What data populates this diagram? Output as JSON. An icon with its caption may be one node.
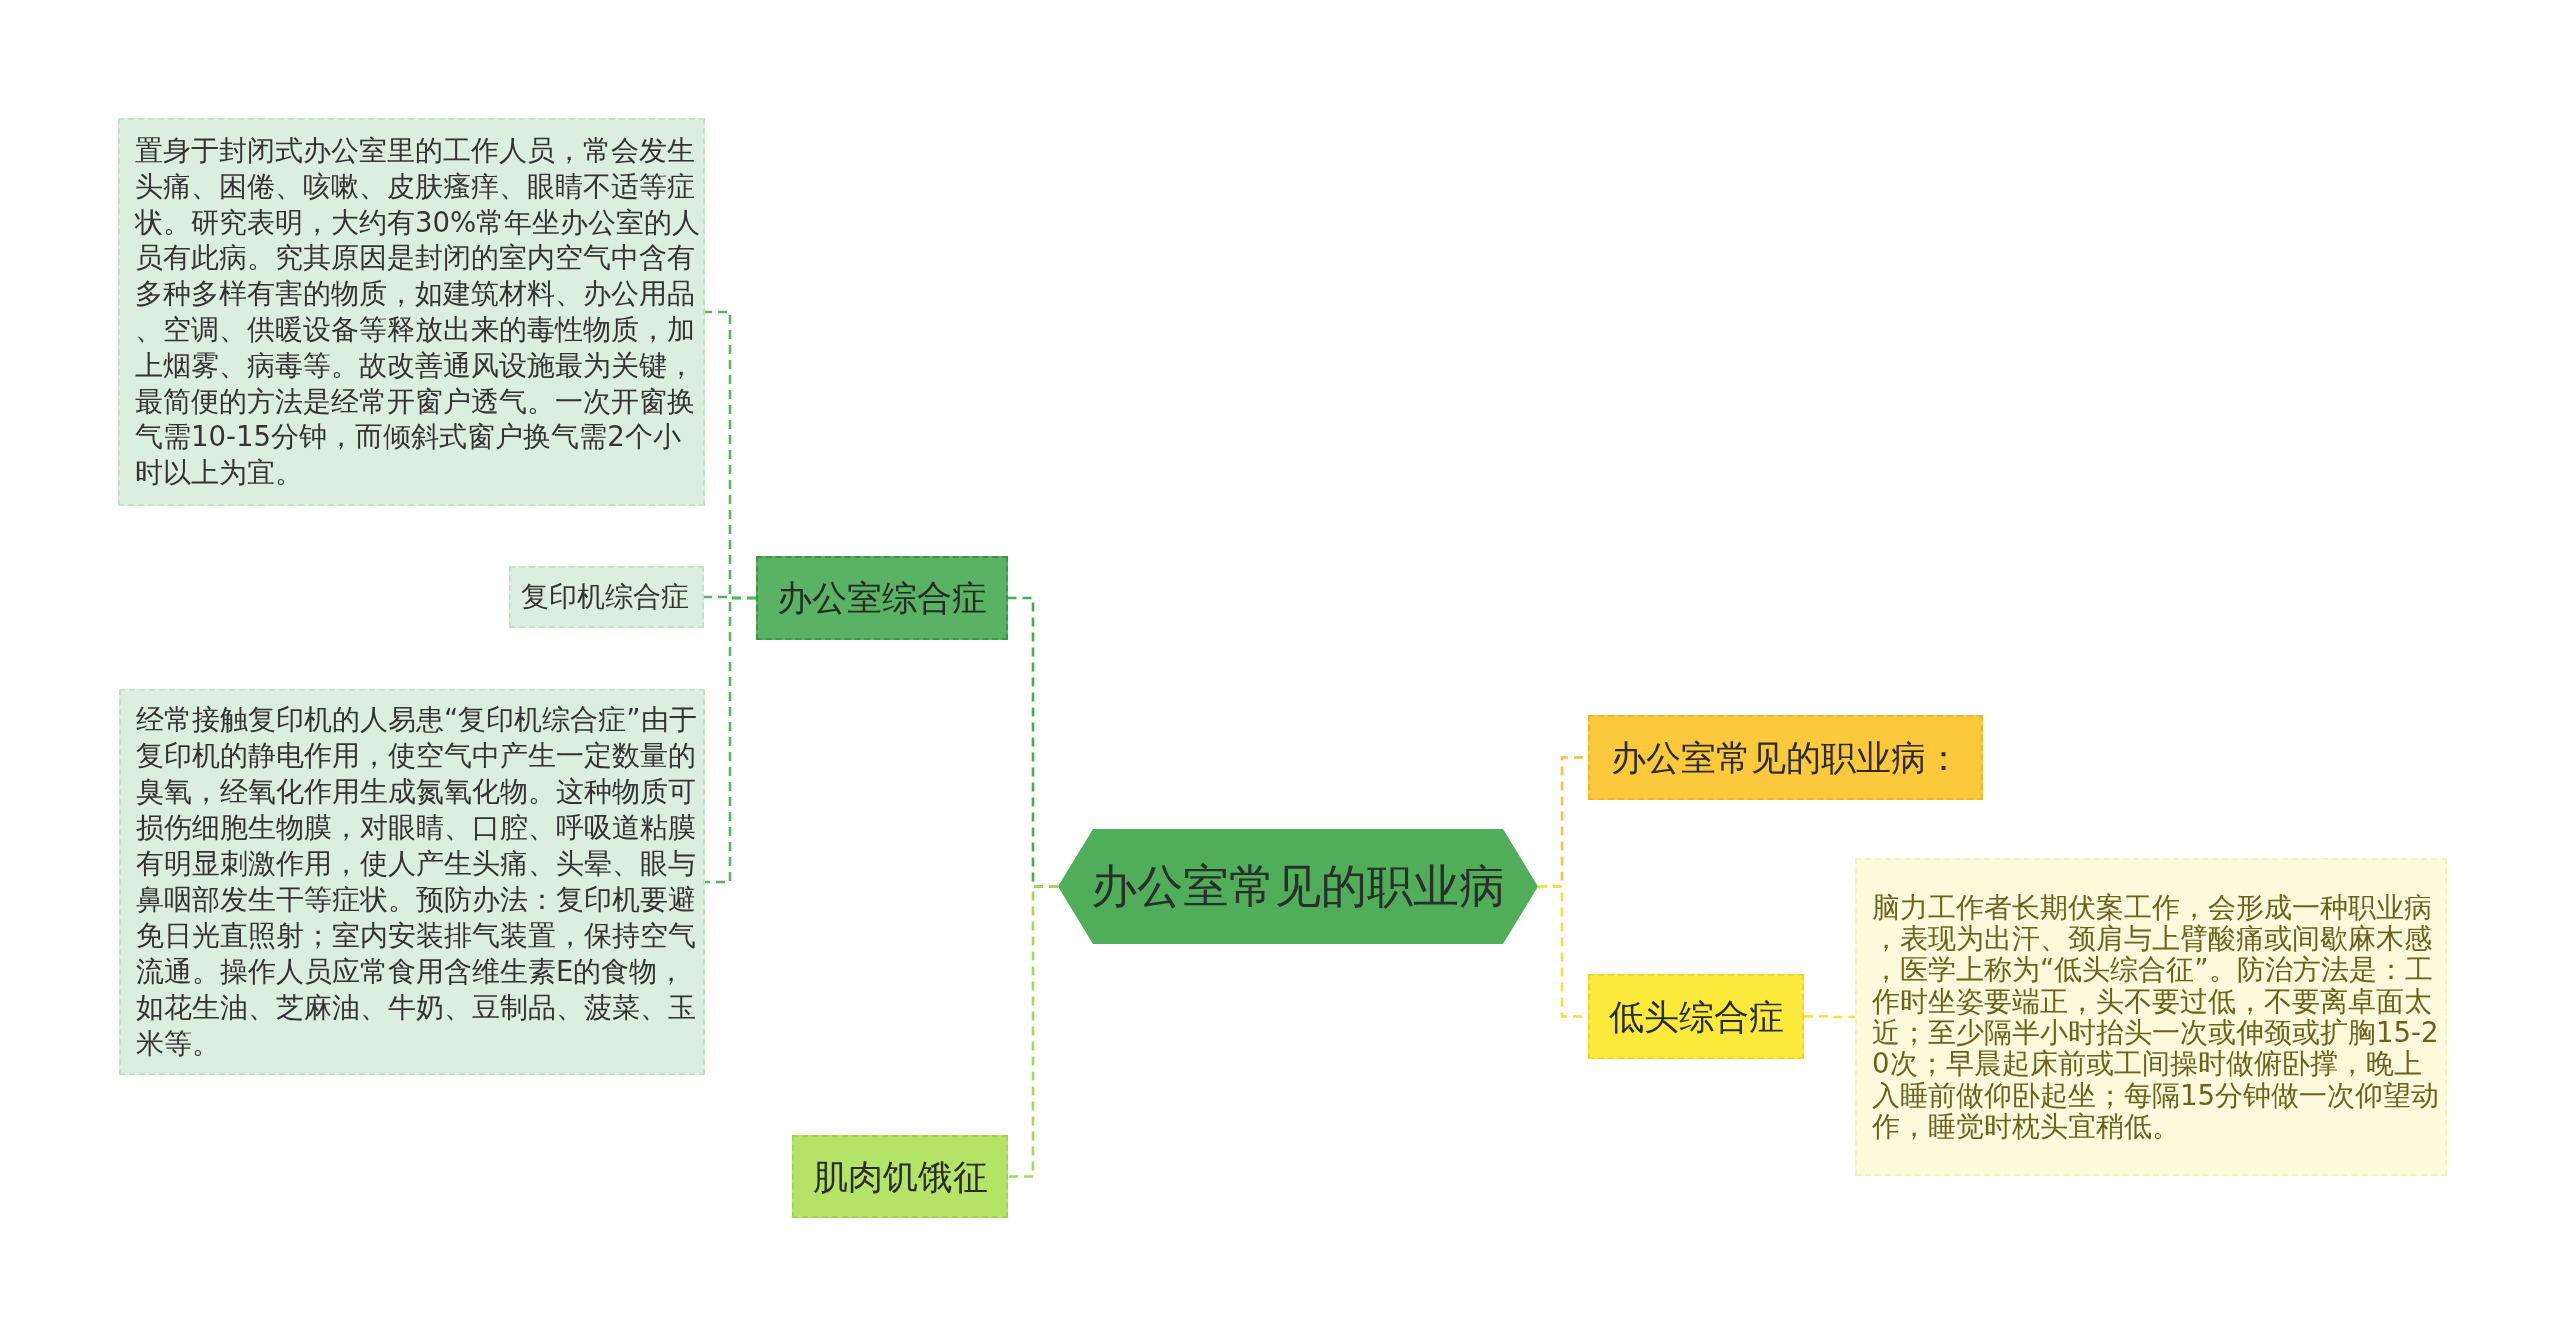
{
  "diagram": {
    "nodes": [
      {
        "text": [
          "办公室常见的职业病"
        ]
      },
      {
        "text": [
          "办公室综合症"
        ]
      },
      {
        "text": [
          "置身于封闭式办公室里的工作人员，常会发生头痛、困倦、咳嗽、皮肤瘙痒、眼睛不适等症状。研究表明，大约有30%常年坐办公室的人员有此病。究其原因是封闭的室内空气中含有多种多样有害的物质，如建筑材料、办公用品、空调、供暖设备等释放出来的毒性物质，加上烟雾、病毒等。故改善通风设施最为关键，最简便的方法是经常开窗户透气。一次开窗换气需10-15分钟，而倾斜式窗户换气需2个小时以上为宜。"
        ]
      },
      {
        "text": [
          "复印机综合症"
        ]
      },
      {
        "text": [
          "经常接触复印机的人易患“复印机综合症”由于复印机的静电作用，使空气中产生一定数量的臭氧，经氧化作用生成氮氧化物。这种物质可损伤细胞生物膜，对眼睛、口腔、呼吸道粘膜有明显刺激作用，使人产生头痛、头晕、眼与鼻咽部发生干等症状。预防办法：复印机要避免日光直照射；室内安装排气装置，保持空气流通。操作人员应常食用含维生素E的食物，如花生油、芝麻油、牛奶、豆制品、菠菜、玉米等。"
        ]
      },
      {
        "text": [
          "肌肉饥饿征"
        ]
      },
      {
        "text": [
          "办公室常见的职业病："
        ]
      },
      {
        "text": [
          "低头综合症"
        ]
      },
      {
        "text": [
          "脑力工作者长期伏案工作，会形成一种职业病，表现为出汗、颈肩与上臂酸痛或间歇麻木感，医学上称为“低头综合征”。防治方法是：工作时坐姿要端正，头不要过低，不要离卓面太近；至少隔半小时抬头一次或伸颈或扩胸15-20次；早晨起床前或工间操时做俯卧撑，晚上入睡前做仰卧起坐；每隔15分钟做一次仰望动作，睡觉时枕头宜稍低。"
        ]
      }
    ],
    "edges": [
      {
        "from": 0,
        "to": 1,
        "arrow": "none",
        "style": "dashed",
        "color": "#4caa56"
      },
      {
        "from": 1,
        "to": 2,
        "arrow": "none",
        "style": "dashed",
        "color": "#5cb264"
      },
      {
        "from": 1,
        "to": 3,
        "arrow": "none",
        "style": "dashed",
        "color": "#5cb264"
      },
      {
        "from": 1,
        "to": 4,
        "arrow": "none",
        "style": "dashed",
        "color": "#5cb264"
      },
      {
        "from": 0,
        "to": 5,
        "arrow": "none",
        "style": "dashed",
        "color": "#a6d95a"
      },
      {
        "from": 0,
        "to": 6,
        "arrow": "none",
        "style": "dashed",
        "color": "#f3c344"
      },
      {
        "from": 0,
        "to": 7,
        "arrow": "none",
        "style": "dashed",
        "color": "#f1e33e"
      },
      {
        "from": 7,
        "to": 8,
        "arrow": "none",
        "style": "dashed",
        "color": "#f1e33e"
      }
    ]
  }
}
